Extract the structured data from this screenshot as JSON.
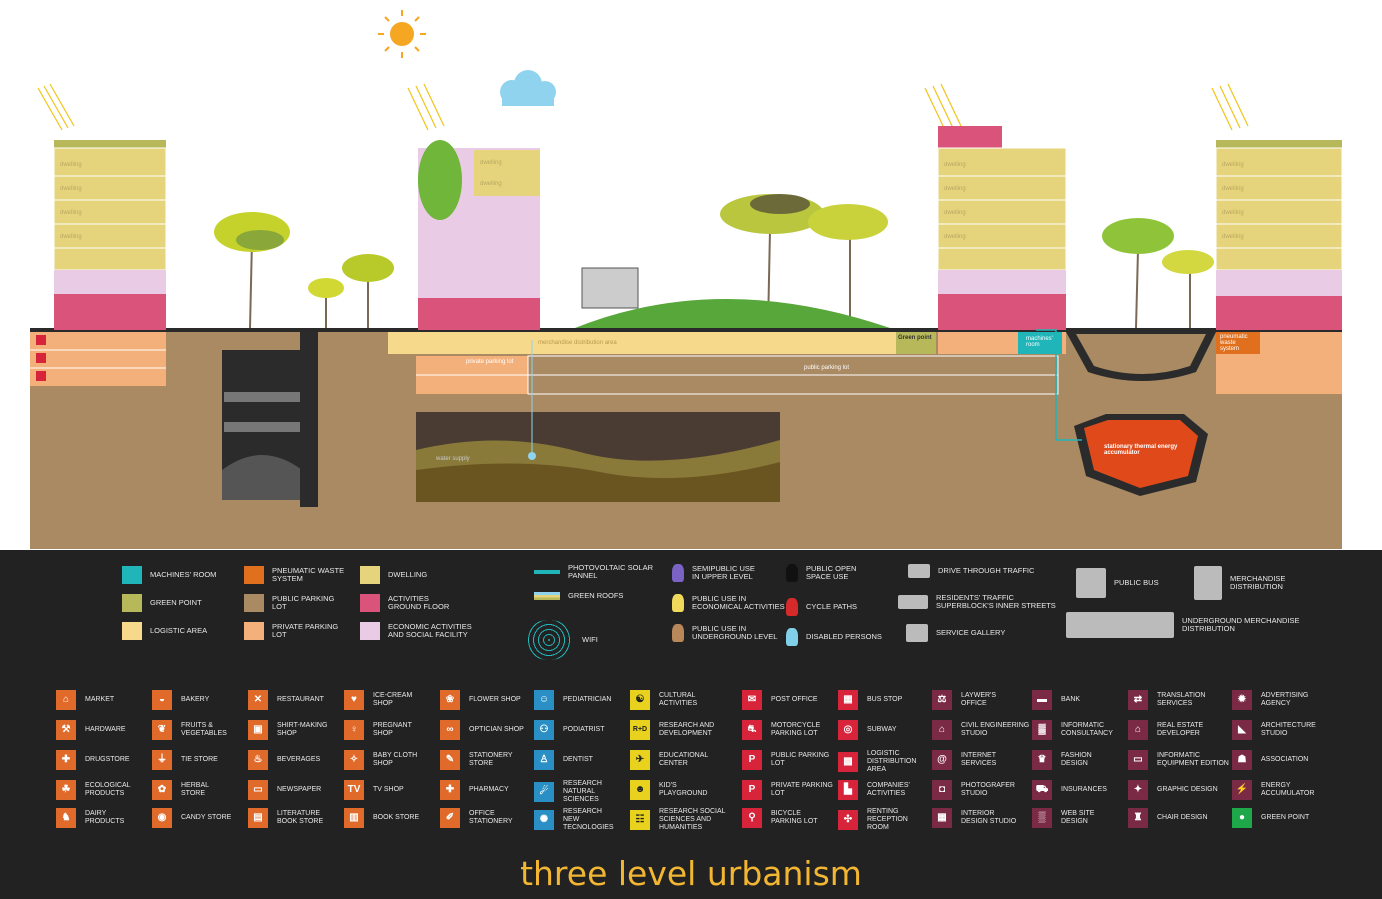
{
  "title": "three level urbanism",
  "scene": {
    "dwelling_label": "dwelling",
    "merch_area": "merchandise distribution area",
    "private_parking": "private parking lot",
    "public_parking": "public parking lot",
    "green_point": "Green point",
    "machines_room": "machines' room",
    "pneumatic": "pneumatic waste system",
    "thermal": "stationary thermal energy accumulator",
    "water": "water supply"
  },
  "legend_colors": [
    {
      "label": "MACHINES' ROOM",
      "color": "#1fb5b9"
    },
    {
      "label": "GREEN POINT",
      "color": "#b7b85a"
    },
    {
      "label": "LOGISTIC AREA",
      "color": "#f7d98c"
    },
    {
      "label": "PNEUMATIC WASTE\nSYSTEM",
      "color": "#e0701e"
    },
    {
      "label": "PUBLIC PARKING\nLOT",
      "color": "#a98a63"
    },
    {
      "label": "PRIVATE PARKING\nLOT",
      "color": "#f4b07a"
    },
    {
      "label": "DWELLING",
      "color": "#e5d47b"
    },
    {
      "label": "ACTIVITIES\nGROUND FLOOR",
      "color": "#d9537a"
    },
    {
      "label": "ECONOMIC ACTIVITIES\nAND SOCIAL FACILITY",
      "color": "#eacbe6"
    }
  ],
  "legend_misc": [
    {
      "label": "PHOTOVOLTAIC SOLAR\nPANNEL"
    },
    {
      "label": "GREEN ROOFS"
    },
    {
      "label": "WIFI"
    },
    {
      "label": "SEMIPUBLIC USE\nIN UPPER LEVEL",
      "color": "#7b63c5"
    },
    {
      "label": "PUBLIC USE IN\nECONOMICAL ACTIVITIES",
      "color": "#f1d95c"
    },
    {
      "label": "PUBLIC USE IN\nUNDERGROUND LEVEL",
      "color": "#b8875a"
    },
    {
      "label": "PUBLIC OPEN\nSPACE USE",
      "color": "#111111"
    },
    {
      "label": "CYCLE PATHS",
      "color": "#d62a2a"
    },
    {
      "label": "DISABLED PERSONS",
      "color": "#7fd0e8"
    },
    {
      "label": "DRIVE THROUGH TRAFFIC"
    },
    {
      "label": "RESIDENTS' TRAFFIC\nSUPERBLOCK'S INNER STREETS"
    },
    {
      "label": "SERVICE GALLERY"
    },
    {
      "label": "PUBLIC BUS"
    },
    {
      "label": "MERCHANDISE\nDISTRIBUTION"
    },
    {
      "label": "UNDERGROUND MERCHANDISE\nDISTRIBUTION"
    }
  ],
  "icon_columns": [
    {
      "color": "#e06a2a",
      "items": [
        {
          "label": "MARKET",
          "glyph": "⌂"
        },
        {
          "label": "HARDWARE",
          "glyph": "⚒"
        },
        {
          "label": "DRUGSTORE",
          "glyph": "✚"
        },
        {
          "label": "ECOLOGICAL\nPRODUCTS",
          "glyph": "☘"
        },
        {
          "label": "DAIRY\nPRODUCTS",
          "glyph": "♞"
        }
      ]
    },
    {
      "color": "#e06a2a",
      "items": [
        {
          "label": "BAKERY",
          "glyph": "◒"
        },
        {
          "label": "FRUITS &\nVEGETABLES",
          "glyph": "❦"
        },
        {
          "label": "TIE STORE",
          "glyph": "⏚"
        },
        {
          "label": "HERBAL\nSTORE",
          "glyph": "✿"
        },
        {
          "label": "CANDY STORE",
          "glyph": "◉"
        }
      ]
    },
    {
      "color": "#e06a2a",
      "items": [
        {
          "label": "RESTAURANT",
          "glyph": "✕"
        },
        {
          "label": "SHIRT-MAKING\nSHOP",
          "glyph": "▣"
        },
        {
          "label": "BEVERAGES",
          "glyph": "♨"
        },
        {
          "label": "NEWSPAPER",
          "glyph": "▭"
        },
        {
          "label": "LITERATURE\nBOOK STORE",
          "glyph": "▤"
        }
      ]
    },
    {
      "color": "#e06a2a",
      "items": [
        {
          "label": "ICE-CREAM\nSHOP",
          "glyph": "♥"
        },
        {
          "label": "PREGNANT\nSHOP",
          "glyph": "♀"
        },
        {
          "label": "BABY CLOTH\nSHOP",
          "glyph": "✧"
        },
        {
          "label": "TV SHOP",
          "glyph": "TV"
        },
        {
          "label": "BOOK STORE",
          "glyph": "▥"
        }
      ]
    },
    {
      "color": "#e06a2a",
      "items": [
        {
          "label": "FLOWER SHOP",
          "glyph": "❀"
        },
        {
          "label": "OPTICIAN SHOP",
          "glyph": "∞"
        },
        {
          "label": "STATIONERY\nSTORE",
          "glyph": "✎"
        },
        {
          "label": "PHARMACY",
          "glyph": "✚"
        },
        {
          "label": "OFFICE\nSTATIONERY",
          "glyph": "✐"
        }
      ]
    },
    {
      "color": "#2a8fc4",
      "items": [
        {
          "label": "PEDIATRICIAN",
          "glyph": "☺"
        },
        {
          "label": "PODIATRIST",
          "glyph": "⚇"
        },
        {
          "label": "DENTIST",
          "glyph": "♙"
        },
        {
          "label": "RESEARCH\nNATURAL\nSCIENCES",
          "glyph": "☄"
        },
        {
          "label": "RESEARCH\nNEW\nTECNOLOGIES",
          "glyph": "✺"
        }
      ]
    },
    {
      "color": "#e8d21e",
      "items": [
        {
          "label": "CULTURAL\nACTIVITIES",
          "glyph": "☯"
        },
        {
          "label": "RESEARCH AND\nDEVELOPMENT",
          "glyph": "R+D"
        },
        {
          "label": "EDUCATIONAL\nCENTER",
          "glyph": "✈"
        },
        {
          "label": "KID'S\nPLAYGROUND",
          "glyph": "☻"
        },
        {
          "label": "RESEARCH SOCIAL\nSCIENCES AND\nHUMANITIES",
          "glyph": "☷"
        }
      ]
    },
    {
      "color": "#d8243a",
      "items": [
        {
          "label": "POST OFFICE",
          "glyph": "✉"
        },
        {
          "label": "MOTORCYCLE\nPARKING LOT",
          "glyph": "⛐"
        },
        {
          "label": "PUBLIC PARKING\nLOT",
          "glyph": "P"
        },
        {
          "label": "PRIVATE PARKING\nLOT",
          "glyph": "P"
        },
        {
          "label": "BICYCLE\nPARKING LOT",
          "glyph": "⚲"
        }
      ]
    },
    {
      "color": "#d8243a",
      "items": [
        {
          "label": "BUS STOP",
          "glyph": "▦"
        },
        {
          "label": "SUBWAY",
          "glyph": "◎"
        },
        {
          "label": "LOGISTIC\nDISTRIBUTION\nAREA",
          "glyph": "▩"
        },
        {
          "label": "COMPANIES'\nACTIVITIES",
          "glyph": "▙"
        },
        {
          "label": "RENTING\nRECEPTION\nROOM",
          "glyph": "✣"
        }
      ]
    },
    {
      "color": "#7a2a44",
      "items": [
        {
          "label": "LAYWER'S\nOFFICE",
          "glyph": "⚖"
        },
        {
          "label": "CIVIL ENGINEERING\nSTUDIO",
          "glyph": "⌂"
        },
        {
          "label": "INTERNET\nSERVICES",
          "glyph": "@"
        },
        {
          "label": "PHOTOGRAFER\nSTUDIO",
          "glyph": "◘"
        },
        {
          "label": "INTERIOR\nDESIGN STUDIO",
          "glyph": "▦"
        }
      ]
    },
    {
      "color": "#7a2a44",
      "items": [
        {
          "label": "BANK",
          "glyph": "▬"
        },
        {
          "label": "INFORMATIC\nCONSULTANCY",
          "glyph": "▓"
        },
        {
          "label": "FASHION\nDESIGN",
          "glyph": "♛"
        },
        {
          "label": "INSURANCES",
          "glyph": "⛟"
        },
        {
          "label": "WEB SITE\nDESIGN",
          "glyph": "▒"
        }
      ]
    },
    {
      "color": "#7a2a44",
      "items": [
        {
          "label": "TRANSLATION\nSERVICES",
          "glyph": "⇄"
        },
        {
          "label": "REAL ESTATE\nDEVELOPER",
          "glyph": "⌂"
        },
        {
          "label": "INFORMATIC\nEQUIPMENT EDITION",
          "glyph": "▭"
        },
        {
          "label": "GRAPHIC DESIGN",
          "glyph": "✦"
        },
        {
          "label": "CHAIR DESIGN",
          "glyph": "♜"
        }
      ]
    },
    {
      "color": "#7a2a44",
      "items": [
        {
          "label": "ADVERTISING\nAGENCY",
          "glyph": "✹"
        },
        {
          "label": "ARCHITECTURE\nSTUDIO",
          "glyph": "◣"
        },
        {
          "label": "ASSOCIATION",
          "glyph": "☗"
        },
        {
          "label": "ENERGY\nACCUMULATOR",
          "glyph": "⚡"
        },
        {
          "label": "GREEN POINT",
          "glyph": "●",
          "color": "#1fa84a"
        }
      ]
    }
  ]
}
